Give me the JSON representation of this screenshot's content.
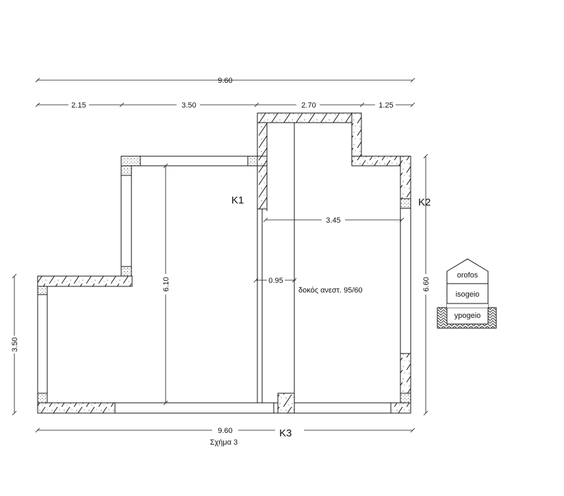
{
  "dimensions": {
    "top_total": "9.60",
    "top_seg_1": "2.15",
    "top_seg_2": "3.50",
    "top_seg_3": "2.70",
    "top_seg_4": "1.25",
    "bottom_total": "9.60",
    "left_height": "3.50",
    "right_height": "6.60",
    "inner_vertical": "6.10",
    "inner_horizontal": "3.45",
    "beam_width": "0.95"
  },
  "labels": {
    "column_1": "K1",
    "column_2": "K2",
    "column_3": "K3",
    "beam_note": "δοκός ανεστ. 95/60",
    "caption": "Σχήμα 3"
  },
  "legend": {
    "top": "orofos",
    "middle": "isogeio",
    "bottom": "ypogeio"
  }
}
